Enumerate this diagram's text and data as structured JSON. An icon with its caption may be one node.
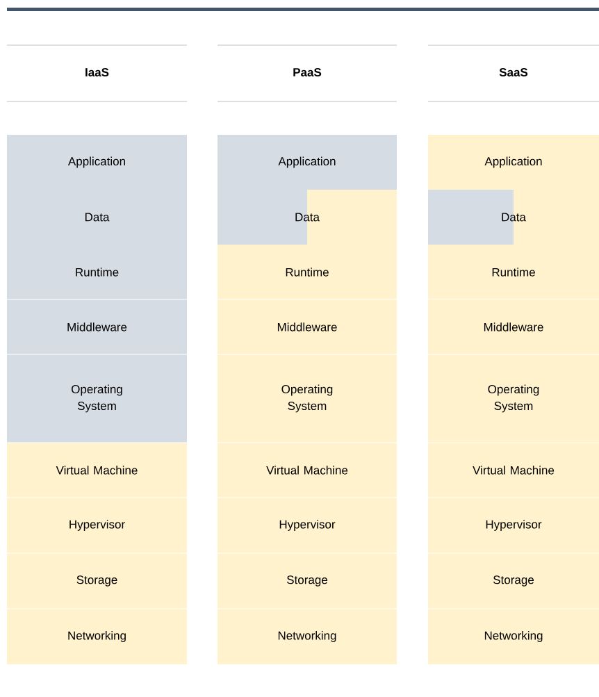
{
  "diagram": {
    "nodes": [
      {
        "text": [
          "Application"
        ]
      },
      {
        "text": [
          "Data"
        ]
      },
      {
        "text": [
          "Runtime"
        ]
      },
      {
        "text": [
          "Middleware"
        ]
      },
      {
        "text": [
          "Operating System"
        ]
      },
      {
        "text": [
          "Virtual Machine"
        ]
      },
      {
        "text": [
          "Hypervisor"
        ]
      },
      {
        "text": [
          "Storage"
        ]
      },
      {
        "text": [
          "Networking"
        ]
      },
      {
        "text": [
          "Application"
        ]
      },
      {
        "text": [
          "Data"
        ]
      },
      {
        "text": [
          "Runtime"
        ]
      },
      {
        "text": [
          "Middleware"
        ]
      },
      {
        "text": [
          "Operating System"
        ]
      },
      {
        "text": [
          "Virtual Machine"
        ]
      },
      {
        "text": [
          "Hypervisor"
        ]
      },
      {
        "text": [
          "Storage"
        ]
      },
      {
        "text": [
          "Networking"
        ]
      },
      {
        "text": [
          "Application"
        ]
      },
      {
        "text": [
          "Data"
        ]
      },
      {
        "text": [
          "Runtime"
        ]
      },
      {
        "text": [
          "Middleware"
        ]
      },
      {
        "text": [
          "Operating System"
        ]
      },
      {
        "text": [
          "Virtual Machine"
        ]
      },
      {
        "text": [
          "Hypervisor"
        ]
      },
      {
        "text": [
          "Storage"
        ]
      },
      {
        "text": [
          "Networking"
        ]
      }
    ],
    "labels": [
      "IaaS",
      "PaaS",
      "SaaS"
    ]
  }
}
